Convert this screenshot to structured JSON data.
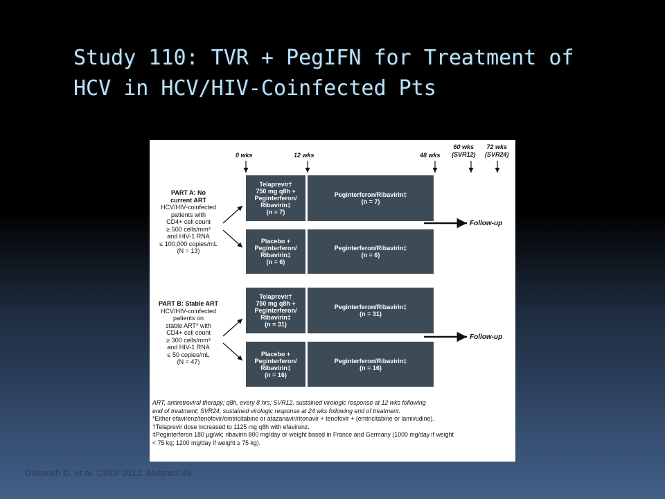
{
  "title": {
    "line1": "Study 110: TVR + PegIFN for Treatment of",
    "line2": "HCV in HCV/HIV-Coinfected Pts"
  },
  "timeline": {
    "t0": "0 wks",
    "t12": "12 wks",
    "t48": "48 wks",
    "t60": [
      "60 wks",
      "(SVR12)"
    ],
    "t72": [
      "72 wks",
      "(SVR24)"
    ]
  },
  "part_a": {
    "lines": [
      "PART A: No",
      "current ART",
      "HCV/HIV-coinfected",
      "patients with",
      "CD4+ cell count",
      "≥ 500 cells/mm³",
      "and HIV-1 RNA",
      "≤ 100,000 copies/mL",
      "(N = 13)"
    ],
    "arm1_left": [
      "Telaprevir†",
      "750 mg q8h +",
      "Peginterferon/",
      "Ribavirin‡",
      "(n = 7)"
    ],
    "arm1_right": [
      "Peginterferon/Ribavirin‡",
      "(n = 7)"
    ],
    "arm2_left": [
      "Placebo +",
      "Peginterferon/",
      "Ribavirin‡",
      "(n = 6)"
    ],
    "arm2_right": [
      "Peginterferon/Ribavirin‡",
      "(n = 6)"
    ],
    "followup": "Follow-up"
  },
  "part_b": {
    "lines": [
      "PART B: Stable ART",
      "HCV/HIV-coinfected",
      "patients on",
      "stable ART* with",
      "CD4+ cell count",
      "≥ 300 cells/mm³",
      "and HIV-1 RNA",
      "≤ 50 copies/mL",
      "(N = 47)"
    ],
    "arm1_left": [
      "Telaprevir†",
      "750 mg q8h +",
      "Peginterferon/",
      "Ribavirin‡",
      "(n = 31)"
    ],
    "arm1_right": [
      "Peginterferon/Ribavirin‡",
      "(n = 31)"
    ],
    "arm2_left": [
      "Placebo +",
      "Peginterferon/",
      "Ribavirin‡",
      "(n = 16)"
    ],
    "arm2_right": [
      "Peginterferon/Ribavirin‡",
      "(n = 16)"
    ],
    "followup": "Follow-up"
  },
  "footnotes": [
    "ART, antiretroviral therapy; q8h, every 8 hrs; SVR12, sustained virologic response at 12 wks following",
    "end of treatment; SVR24, sustained virologic response at 24 wks following end of treatment.",
    "*Either efavirenz/tenofovir/emtricitabine or atazanavir/ritonavir + tenofovir + (emtricitabine or lamivudine).",
    "†Telaprevir dose increased to 1125 mg q8h with efavirenz.",
    "‡Peginterferon 180 µg/wk; ribavirin 800 mg/day or weight based in France and Germany (1000 mg/day if weight",
    "< 75 kg; 1200 mg/day if weight ≥ 75 kg)."
  ],
  "source": "Dieterich D, et al. CROI 2012. Abstract 46.",
  "colors": {
    "box": "#3d4b57",
    "title": "#bfe0f4",
    "source": "#2c3c5a"
  }
}
